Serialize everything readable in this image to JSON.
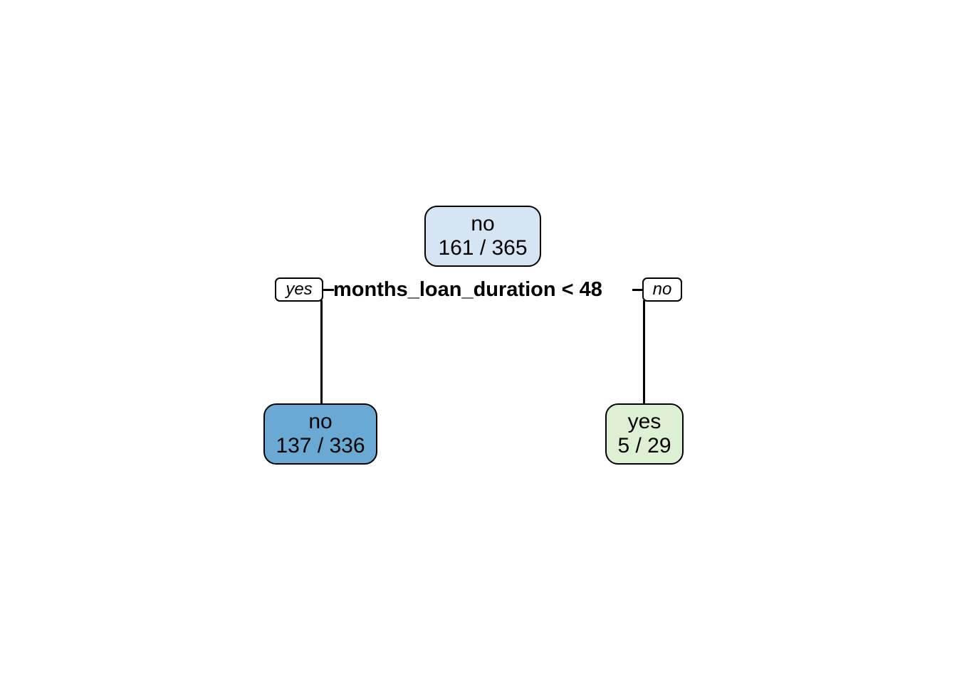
{
  "diagram": {
    "type": "decision-tree",
    "background_color": "#ffffff",
    "border_color": "#000000",
    "root": {
      "class_label": "no",
      "counts": "161 / 365",
      "fill_color": "#d6e5f4"
    },
    "split": {
      "text": "months_loan_duration < 48",
      "left_branch_label": "yes",
      "right_branch_label": "no"
    },
    "leaves": [
      {
        "side": "left",
        "class_label": "no",
        "counts": "137 / 336",
        "fill_color": "#6aa9d3"
      },
      {
        "side": "right",
        "class_label": "yes",
        "counts": "5 / 29",
        "fill_color": "#ddf0d4"
      }
    ]
  }
}
